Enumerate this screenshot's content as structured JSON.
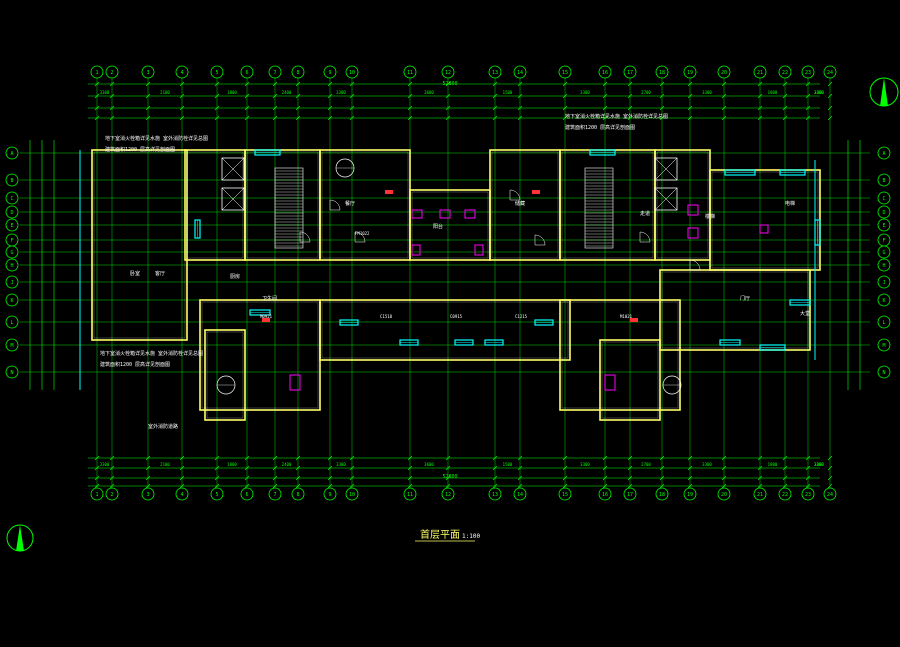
{
  "drawing": {
    "title": "首层平面",
    "scale": "1:100",
    "colors": {
      "background": "#000000",
      "grid": "#00ff00",
      "wall": "#ffff66",
      "wall_outline": "#ffffff",
      "window": "#00ffff",
      "door": "#ff00ff",
      "dimension": "#00ff00",
      "note": "#ffffff",
      "axis_circle": "#00ff00",
      "accent_red": "#ff3333"
    }
  },
  "top_axes": [
    "1",
    "2",
    "3",
    "4",
    "5",
    "6",
    "7",
    "8",
    "9",
    "10",
    "11",
    "12",
    "13",
    "14",
    "15",
    "16",
    "17",
    "18",
    "19",
    "20",
    "21",
    "22",
    "23",
    "24"
  ],
  "left_axes": [
    "A",
    "B",
    "C",
    "D",
    "E",
    "F",
    "G",
    "H",
    "J",
    "K",
    "L",
    "M",
    "N"
  ],
  "top_dims": [
    "3300",
    "2100",
    "1800",
    "2400",
    "3300",
    "3600",
    "1500",
    "3300",
    "2700",
    "3300",
    "1800",
    "2400",
    "3300"
  ],
  "overall_dim": "52800",
  "notes": [
    "地下室消火栓箱详见水施 室外消防栓详见总图",
    "建筑面积1200 层高详见剖面图",
    "地下室消火栓箱详见水施 室外消防栓详见总图",
    "建筑面积1200 层高详见剖面图",
    "地下室消火栓箱详见水施 室外消防栓详见总图",
    "建筑面积1200 层高详见剖面图",
    "室外消防道路"
  ],
  "room_labels": [
    "卧室",
    "客厅",
    "厨房",
    "卫生间",
    "餐厅",
    "阳台",
    "储藏",
    "走道",
    "楼梯",
    "电梯",
    "门厅",
    "大堂"
  ],
  "window_tags": [
    "C1518",
    "C0915",
    "C1215",
    "M0921",
    "M1021",
    "FM1022"
  ]
}
